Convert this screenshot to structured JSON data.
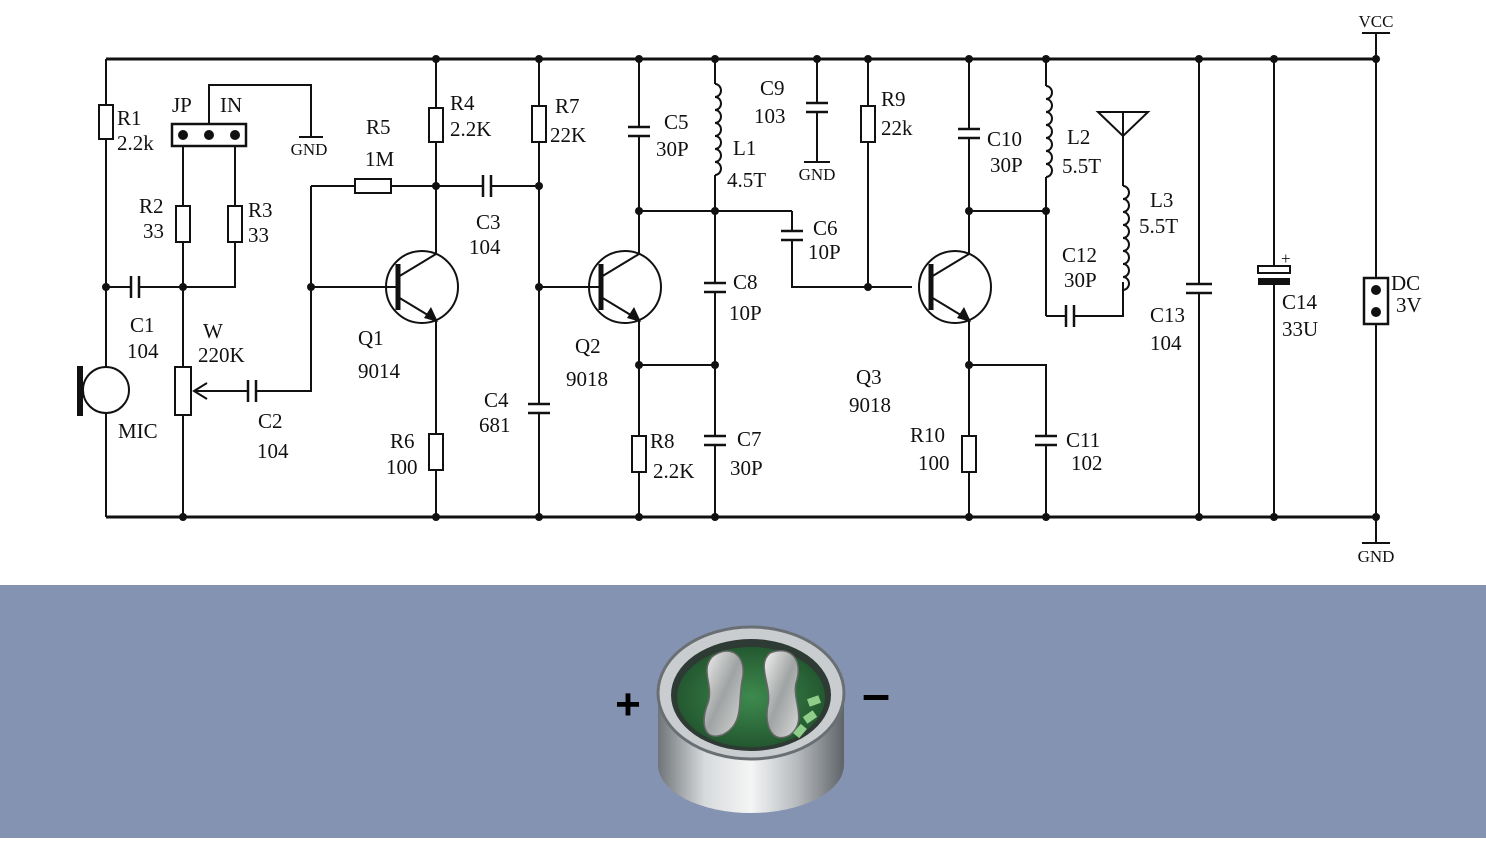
{
  "schematic": {
    "rails": {
      "vcc": "VCC",
      "gnd": "GND"
    },
    "components": {
      "R1": {
        "ref": "R1",
        "value": "2.2k"
      },
      "R2": {
        "ref": "R2",
        "value": "33"
      },
      "R3": {
        "ref": "R3",
        "value": "33"
      },
      "R4": {
        "ref": "R4",
        "value": "2.2K"
      },
      "R5": {
        "ref": "R5",
        "value": "1M"
      },
      "R6": {
        "ref": "R6",
        "value": "100"
      },
      "R7": {
        "ref": "R7",
        "value": "22K"
      },
      "R8": {
        "ref": "R8",
        "value": "2.2K"
      },
      "R9": {
        "ref": "R9",
        "value": "22k"
      },
      "R10": {
        "ref": "R10",
        "value": "100"
      },
      "C1": {
        "ref": "C1",
        "value": "104"
      },
      "C2": {
        "ref": "C2",
        "value": "104"
      },
      "C3": {
        "ref": "C3",
        "value": "104"
      },
      "C4": {
        "ref": "C4",
        "value": "681"
      },
      "C5": {
        "ref": "C5",
        "value": "30P"
      },
      "C6": {
        "ref": "C6",
        "value": "10P"
      },
      "C7": {
        "ref": "C7",
        "value": "30P"
      },
      "C8": {
        "ref": "C8",
        "value": "10P"
      },
      "C9": {
        "ref": "C9",
        "value": "103"
      },
      "C10": {
        "ref": "C10",
        "value": "30P"
      },
      "C11": {
        "ref": "C11",
        "value": "102"
      },
      "C12": {
        "ref": "C12",
        "value": "30P"
      },
      "C13": {
        "ref": "C13",
        "value": "104"
      },
      "C14": {
        "ref": "C14",
        "value": "33U"
      },
      "L1": {
        "ref": "L1",
        "value": "4.5T"
      },
      "L2": {
        "ref": "L2",
        "value": "5.5T"
      },
      "L3": {
        "ref": "L3",
        "value": "5.5T"
      },
      "Q1": {
        "ref": "Q1",
        "value": "9014"
      },
      "Q2": {
        "ref": "Q2",
        "value": "9018"
      },
      "Q3": {
        "ref": "Q3",
        "value": "9018"
      },
      "W": {
        "ref": "W",
        "value": "220K"
      },
      "MIC": {
        "ref": "MIC"
      },
      "DC": {
        "ref": "DC",
        "value": "3V"
      },
      "JP": {
        "ref": "JP",
        "pin_label": "IN"
      }
    },
    "local_gnd": {
      "jp": "GND",
      "c9": "GND"
    },
    "electrolytic_plus": "+"
  },
  "photo": {
    "plus_label": "+",
    "minus_label": "–",
    "background_color": "#8593b3"
  }
}
